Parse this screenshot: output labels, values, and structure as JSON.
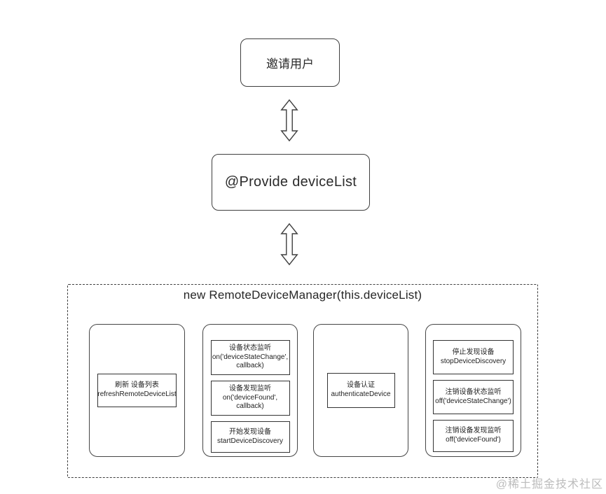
{
  "diagram": {
    "invite_node": "邀请用户",
    "provide_node": "@Provide deviceList",
    "manager": {
      "title": "new RemoteDeviceManager(this.deviceList)",
      "columns": [
        {
          "boxes": [
            {
              "lines": [
                "刷新 设备列表",
                "refreshRemoteDeviceList"
              ]
            }
          ]
        },
        {
          "boxes": [
            {
              "lines": [
                "设备状态监听",
                "on('deviceStateChange',",
                "callback)"
              ]
            },
            {
              "lines": [
                "设备发现监听",
                "on('deviceFound',",
                "callback)"
              ]
            },
            {
              "lines": [
                "开始发现设备",
                "startDeviceDiscovery"
              ]
            }
          ]
        },
        {
          "boxes": [
            {
              "lines": [
                "设备认证",
                "authenticateDevice"
              ]
            }
          ]
        },
        {
          "boxes": [
            {
              "lines": [
                "停止发现设备",
                "stopDeviceDiscovery"
              ]
            },
            {
              "lines": [
                "注销设备状态监听",
                "off('deviceStateChange')"
              ]
            },
            {
              "lines": [
                "注销设备发现监听",
                "off('deviceFound')"
              ]
            }
          ]
        }
      ]
    },
    "watermark": "@稀土掘金技术社区",
    "colors": {
      "line": "#3f3f3f",
      "text": "#2b2b2b",
      "watermark": "#bcbcbc",
      "background": "#ffffff"
    }
  }
}
